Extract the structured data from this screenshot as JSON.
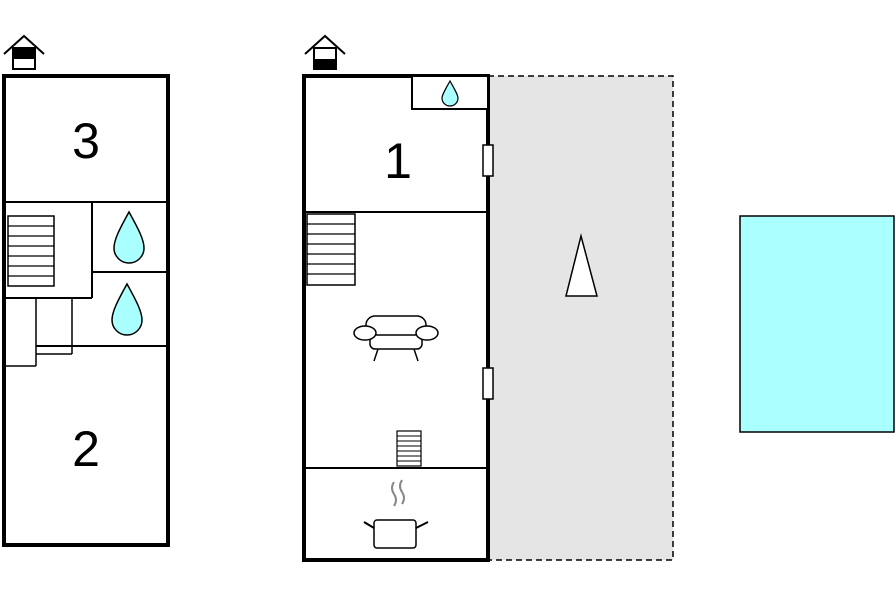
{
  "floor_plan": {
    "upper_floor": {
      "rooms": [
        {
          "label": "3",
          "type": "bedroom"
        },
        {
          "label": "2",
          "type": "bedroom"
        }
      ],
      "icons": [
        "house-entrance-icon",
        "stairs-icon",
        "water-drop-icon",
        "water-drop-icon"
      ]
    },
    "ground_floor": {
      "rooms": [
        {
          "label": "1",
          "type": "bedroom"
        },
        {
          "label": "",
          "type": "living-room"
        },
        {
          "label": "",
          "type": "kitchen"
        }
      ],
      "icons": [
        "house-entrance-icon",
        "water-drop-icon",
        "stairs-icon",
        "sofa-icon",
        "small-stairs-icon",
        "cooking-pot-icon"
      ]
    },
    "terrace": {
      "icons": [
        "north-arrow-icon"
      ]
    },
    "pool": {
      "icons": []
    },
    "colors": {
      "wall": "#000000",
      "terrace": "#e5e5e5",
      "pool": "#aaffff",
      "water": "#aaffff"
    }
  }
}
